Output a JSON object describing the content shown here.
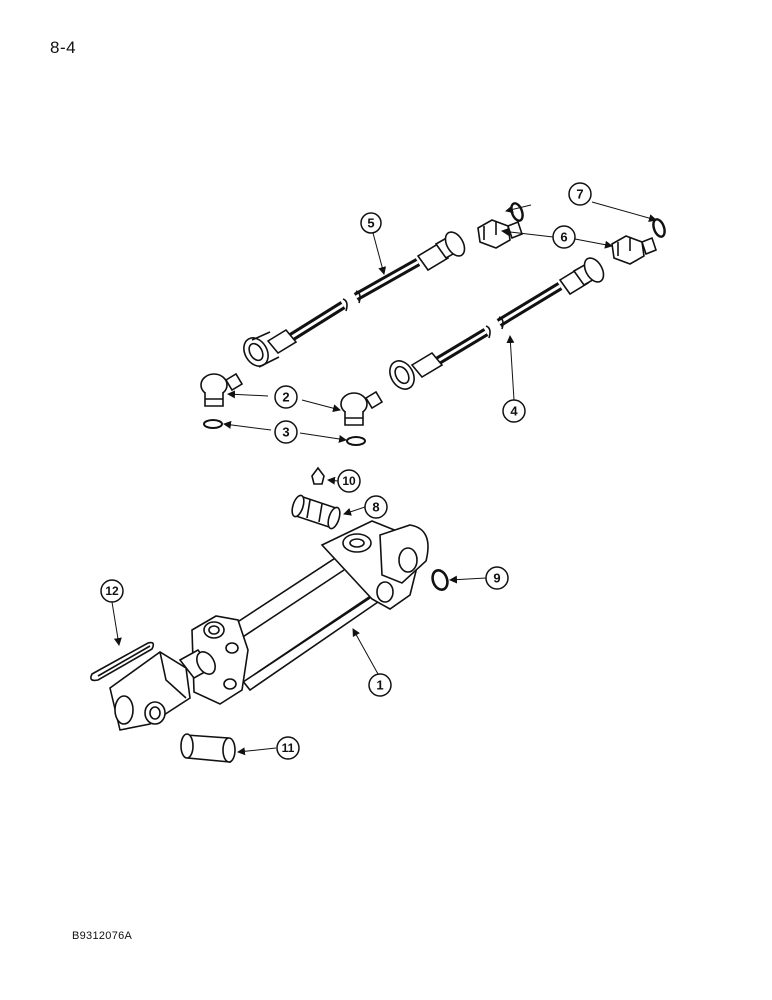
{
  "page": {
    "number": "8-4",
    "figure_code": "B9312076A"
  },
  "callouts": [
    {
      "id": "1",
      "label": "1"
    },
    {
      "id": "2",
      "label": "2"
    },
    {
      "id": "3",
      "label": "3"
    },
    {
      "id": "4",
      "label": "4"
    },
    {
      "id": "5",
      "label": "5"
    },
    {
      "id": "6",
      "label": "6"
    },
    {
      "id": "7",
      "label": "7"
    },
    {
      "id": "8",
      "label": "8"
    },
    {
      "id": "9",
      "label": "9"
    },
    {
      "id": "10",
      "label": "10"
    },
    {
      "id": "11",
      "label": "11"
    },
    {
      "id": "12",
      "label": "12"
    }
  ],
  "colors": {
    "ink": "#111111",
    "background": "#ffffff"
  }
}
